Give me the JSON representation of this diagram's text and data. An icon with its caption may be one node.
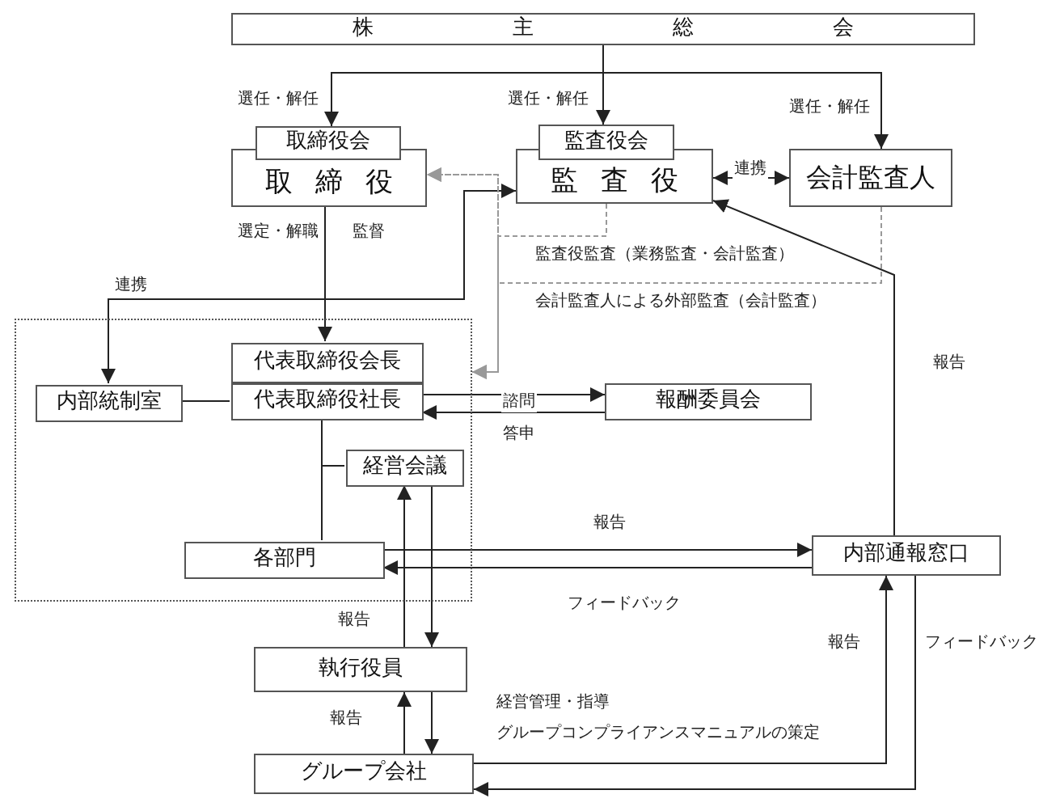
{
  "diagram": {
    "nodes": [
      {
        "text": [
          "株主総会"
        ]
      },
      {
        "text": [
          "取締役会"
        ]
      },
      {
        "text": [
          "取締役"
        ]
      },
      {
        "text": [
          "監査役会"
        ]
      },
      {
        "text": [
          "監査役"
        ]
      },
      {
        "text": [
          "会計監査人"
        ]
      },
      {
        "text": [],
        "shape": "box"
      },
      {
        "text": [
          "代表取締役会長"
        ],
        "in": 6
      },
      {
        "text": [
          "内部統制室"
        ],
        "in": 6
      },
      {
        "text": [
          "代表取締役社長"
        ],
        "in": 6
      },
      {
        "text": [
          "報酬委員会"
        ]
      },
      {
        "text": [
          "経営会議"
        ],
        "in": 6
      },
      {
        "text": [
          "各部門"
        ],
        "in": 6
      },
      {
        "text": [
          "内部通報窓口"
        ]
      },
      {
        "text": [
          "執行役員"
        ]
      },
      {
        "text": [
          "グループ会社"
        ]
      }
    ],
    "edges": [
      {
        "from": 0,
        "to": 1,
        "arrow": "to",
        "label": "選任・解任"
      },
      {
        "from": 0,
        "to": 3,
        "arrow": "to",
        "label": "選任・解任"
      },
      {
        "from": 0,
        "to": 5,
        "arrow": "to",
        "label": "選任・解任"
      },
      {
        "from": 2,
        "to": 7,
        "arrow": "to",
        "label": "選定・解職"
      },
      {
        "from": 4,
        "to": 5,
        "arrow": "both",
        "label": "連携"
      },
      {
        "from": 4,
        "to": 8,
        "arrow": "both",
        "label": "連携"
      },
      {
        "from": 4,
        "to": 2,
        "arrow": "to",
        "style": "dashed",
        "color": "#999999"
      },
      {
        "from": 4,
        "to": 6,
        "arrow": "to",
        "style": "dashed",
        "color": "#999999",
        "label": "監査役監査（業務監査・会計監査）"
      },
      {
        "from": 5,
        "to": 2,
        "arrow": "to",
        "style": "dashed",
        "color": "#999999"
      },
      {
        "from": 5,
        "to": 6,
        "arrow": "to",
        "style": "dashed",
        "color": "#999999",
        "label": "会計監査人による外部監査（会計監査）"
      },
      {
        "from": 13,
        "to": 4,
        "arrow": "to",
        "label": "報告"
      },
      {
        "from": 9,
        "to": 10,
        "arrow": "to",
        "label": "諮問"
      },
      {
        "from": 10,
        "to": 9,
        "arrow": "to",
        "label": "答申"
      },
      {
        "from": 8,
        "to": 9,
        "arrow": "none"
      },
      {
        "from": 9,
        "to": 11,
        "arrow": "none"
      },
      {
        "from": 9,
        "to": 12,
        "arrow": "none"
      },
      {
        "from": 12,
        "to": 13,
        "arrow": "to",
        "label": "報告"
      },
      {
        "from": 13,
        "to": 12,
        "arrow": "to",
        "label": "フィードバック"
      },
      {
        "from": 14,
        "to": 11,
        "arrow": "to",
        "label": "報告"
      },
      {
        "from": 11,
        "to": 14,
        "arrow": "to"
      },
      {
        "from": 15,
        "to": 14,
        "arrow": "to",
        "label": "報告"
      },
      {
        "from": 14,
        "to": 15,
        "arrow": "to"
      },
      {
        "from": 15,
        "to": 13,
        "arrow": "to",
        "label": "報告"
      },
      {
        "from": 13,
        "to": 15,
        "arrow": "to",
        "label": "フィードバック"
      }
    ],
    "labels": [
      "監督",
      "経営管理・指導",
      "グループコンプライアンスマニュアルの策定"
    ]
  }
}
